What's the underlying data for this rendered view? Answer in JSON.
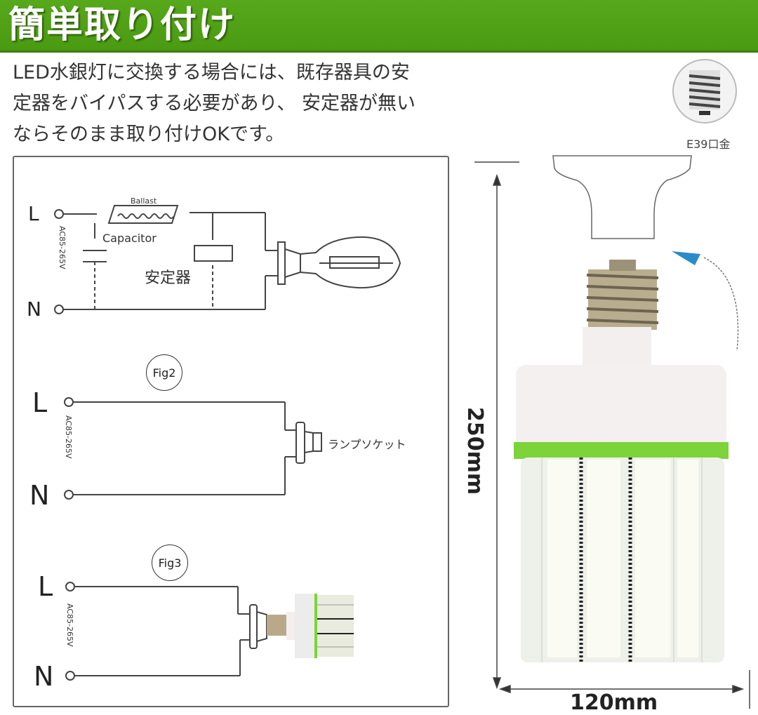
{
  "header": {
    "title": "簡単取り付け",
    "bg_color": "#4f9f15"
  },
  "intro": {
    "lines": [
      "LED水銀灯に交換する場合には、既存器具の安",
      "定器をバイパスする必要があり、 安定器が無い",
      "ならそのまま取り付けOKです。"
    ]
  },
  "socket_badge": {
    "label": "E39口金",
    "icon": "screw-base-icon"
  },
  "diagrams": {
    "fig1": {
      "terminal_l": "L",
      "terminal_n": "N",
      "voltage": "AC85-265V",
      "ballast_label": "Ballast",
      "capacitor_label": "Capacitor",
      "stabilizer_label": "安定器"
    },
    "fig2": {
      "figure_label": "Fig2",
      "terminal_l": "L",
      "terminal_n": "N",
      "voltage": "AC85-265V",
      "socket_label": "ランプソケット"
    },
    "fig3": {
      "figure_label": "Fig3",
      "terminal_l": "L",
      "terminal_n": "N",
      "voltage": "AC85-265V"
    }
  },
  "product": {
    "height_dimension": "250mm",
    "width_dimension": "120mm",
    "socket_label": "E39口金",
    "accent_green": "#7cd33a",
    "arrow_color": "#2a8cc9"
  }
}
